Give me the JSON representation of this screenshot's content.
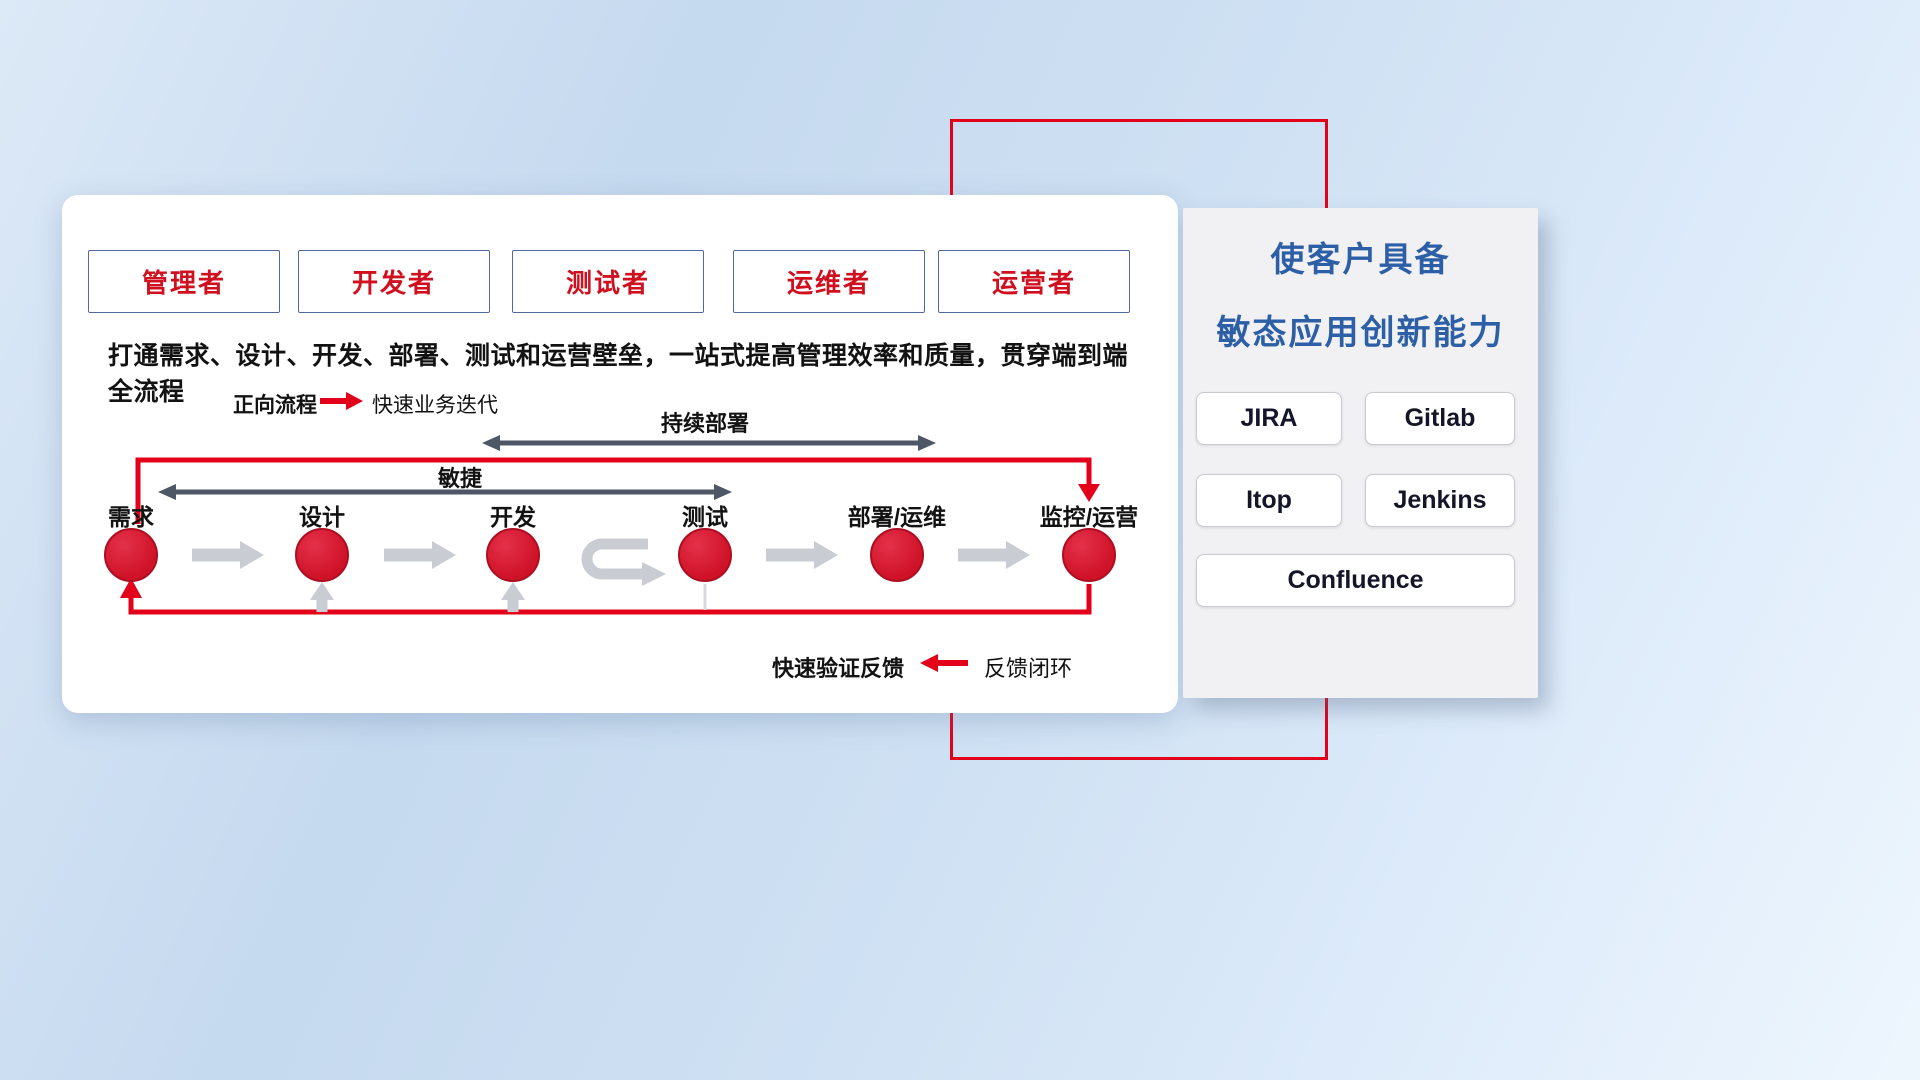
{
  "colors": {
    "accent_red": "#e2001a",
    "title_blue": "#2d5fa6",
    "dark_arrow": "#4d5766",
    "gray_arrow": "#c9cdd3"
  },
  "roles": {
    "items": [
      {
        "label": "管理者"
      },
      {
        "label": "开发者"
      },
      {
        "label": "测试者"
      },
      {
        "label": "运维者"
      },
      {
        "label": "运营者"
      }
    ]
  },
  "description": "打通需求、设计、开发、部署、测试和运营壁垒，一站式提高管理效率和质量，贯穿端到端全流程",
  "legend": {
    "forward_label": "正向流程",
    "forward_value": "快速业务迭代",
    "feedback_value": "快速验证反馈",
    "feedback_label": "反馈闭环"
  },
  "flow": {
    "agile_label": "敏捷",
    "continuous_deploy_label": "持续部署",
    "stages": [
      {
        "label": "需求"
      },
      {
        "label": "设计"
      },
      {
        "label": "开发"
      },
      {
        "label": "测试"
      },
      {
        "label": "部署/运维"
      },
      {
        "label": "监控/运营"
      }
    ]
  },
  "side_panel": {
    "title_line1": "使客户具备",
    "title_line2": "敏态应用创新能力",
    "tools": [
      {
        "label": "JIRA"
      },
      {
        "label": "Gitlab"
      },
      {
        "label": "Itop"
      },
      {
        "label": "Jenkins"
      },
      {
        "label": "Confluence"
      }
    ]
  }
}
